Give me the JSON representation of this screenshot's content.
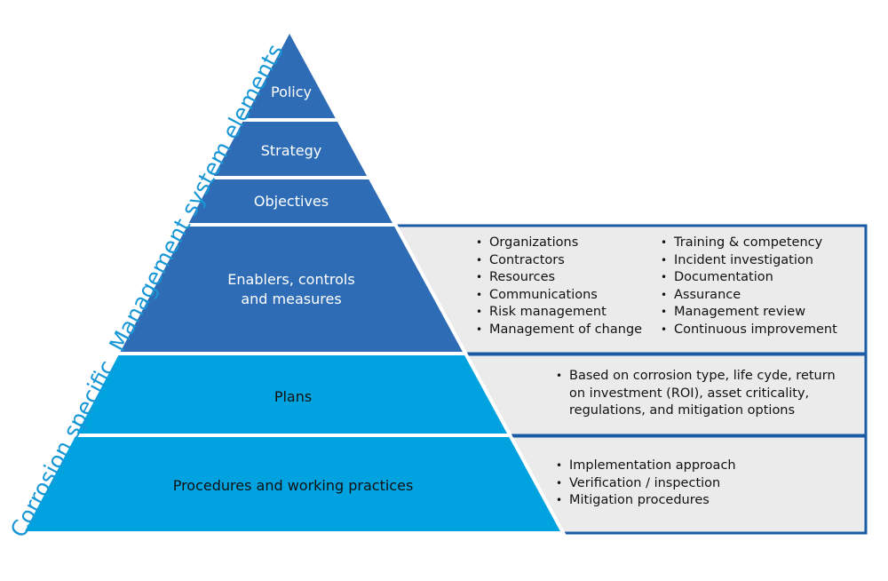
{
  "side_caption": {
    "part1": "Corrosion specific",
    "part2": "Management system elements"
  },
  "colors": {
    "dark_tier": "#2e6db5",
    "light_tier": "#00a3e0",
    "panel_fill": "#ebebeb",
    "panel_border": "#1a5ba6",
    "caption": "#1897d6"
  },
  "tiers": [
    {
      "label": "Policy",
      "shade": "dark"
    },
    {
      "label": "Strategy",
      "shade": "dark"
    },
    {
      "label": "Objectives",
      "shade": "dark"
    },
    {
      "label_line1": "Enablers, controls",
      "label_line2": "and measures",
      "shade": "dark"
    },
    {
      "label": "Plans",
      "shade": "light"
    },
    {
      "label": "Procedures and working practices",
      "shade": "light"
    }
  ],
  "panels": {
    "enablers": {
      "bullet": "•",
      "column1": [
        "Organizations",
        "Contractors",
        "Resources",
        "Communications",
        "Risk management",
        "Management of change"
      ],
      "column2": [
        "Training & competency",
        "Incident investigation",
        "Documentation",
        "Assurance",
        "Management review",
        "Continuous improvement"
      ]
    },
    "plans": {
      "bullet": "•",
      "lines": [
        "Based on corrosion type, life cyde, return",
        "on investment (ROI), asset criticality,",
        "regulations, and mitigation options"
      ]
    },
    "procedures": {
      "bullet": "•",
      "items": [
        "Implementation approach",
        "Verification / inspection",
        "Mitigation procedures"
      ]
    }
  }
}
